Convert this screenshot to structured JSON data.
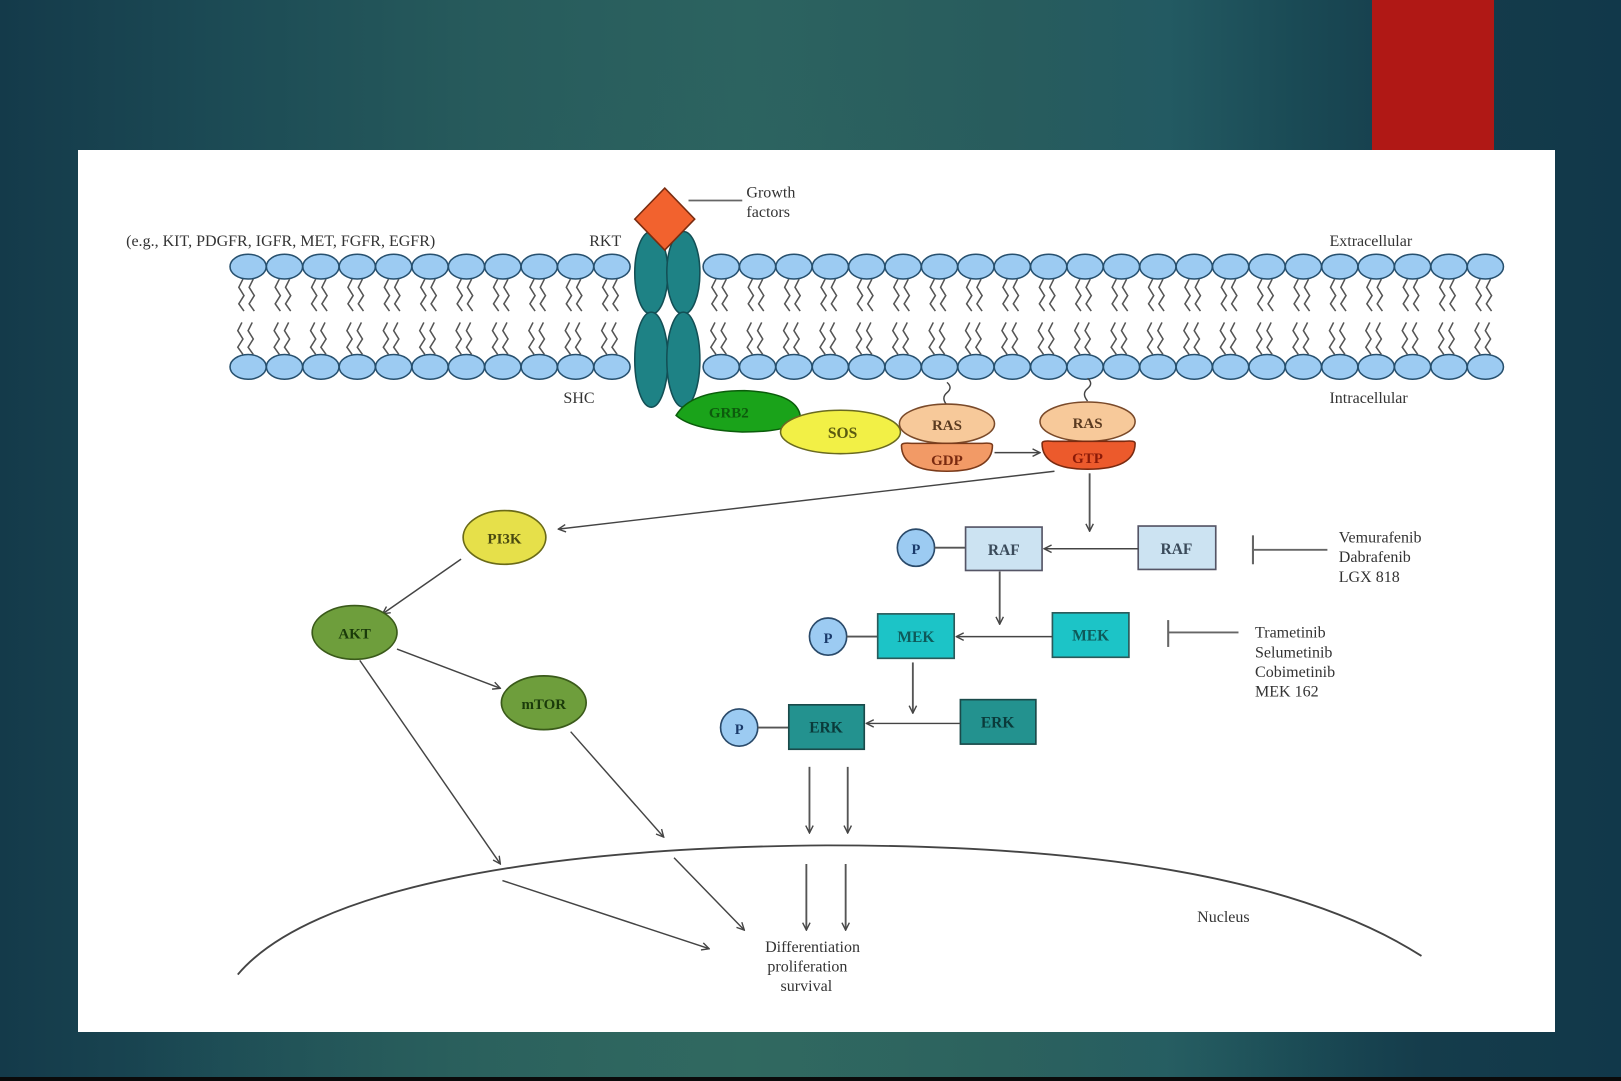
{
  "slide": {
    "accent_color": "#b01815",
    "background_color": "#275b5c",
    "panel_color": "#ffffff"
  },
  "diagram": {
    "title": "RTK / RAS-RAF-MEK-ERK and PI3K-AKT-mTOR signaling pathway",
    "labels": {
      "receptor_examples": "(e.g., KIT, PDGFR, IGFR, MET, FGFR, EGFR)",
      "rkt": "RKT",
      "growth_factors_1": "Growth",
      "growth_factors_2": "factors",
      "extracellular": "Extracellular",
      "intracellular": "Intracellular",
      "shc": "SHC",
      "nucleus": "Nucleus"
    },
    "nodes": {
      "grb2": "GRB2",
      "sos": "SOS",
      "ras_inactive": "RAS",
      "gdp": "GDP",
      "ras_active": "RAS",
      "gtp": "GTP",
      "pi3k": "PI3K",
      "akt": "AKT",
      "mtor": "mTOR",
      "raf_p": "RAF",
      "raf": "RAF",
      "mek_p": "MEK",
      "mek": "MEK",
      "erk_p": "ERK",
      "erk": "ERK",
      "phospho": "P"
    },
    "inhibitors": {
      "raf": [
        "Vemurafenib",
        "Dabrafenib",
        "LGX 818"
      ],
      "mek": [
        "Trametinib",
        "Selumetinib",
        "Cobimetinib",
        "MEK 162"
      ]
    },
    "outcome": [
      "Differentiation",
      "proliferation",
      "survival"
    ],
    "colors": {
      "lipid_head": "#9ccbf2",
      "receptor": "#1e8285",
      "growth_factor": "#f2622e",
      "grb2": "#1aa31a",
      "sos": "#f2f046",
      "ras": "#f7c99a",
      "gdp": "#f29a66",
      "gtp": "#ec5a2c",
      "pi3k": "#e6e04a",
      "akt": "#6e9e3c",
      "raf": "#cce3f2",
      "mek": "#1cc4c7",
      "erk": "#23928f",
      "phospho": "#9ccbf2"
    }
  }
}
